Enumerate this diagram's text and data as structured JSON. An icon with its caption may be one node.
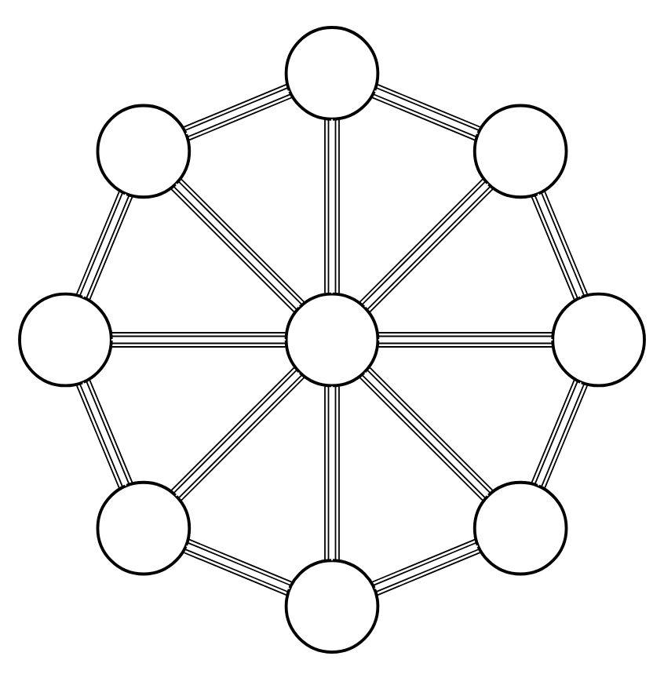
{
  "diagram": {
    "nodes": [
      {
        "text": [],
        "shape": "circle"
      },
      {
        "text": [],
        "shape": "circle"
      },
      {
        "text": [],
        "shape": "circle"
      },
      {
        "text": [],
        "shape": "circle"
      },
      {
        "text": [],
        "shape": "circle"
      },
      {
        "text": [],
        "shape": "circle"
      },
      {
        "text": [],
        "shape": "circle"
      },
      {
        "text": [],
        "shape": "circle"
      },
      {
        "text": [],
        "shape": "circle"
      }
    ],
    "edges": [
      {
        "from": 4,
        "to": 0,
        "arrow": "none"
      },
      {
        "from": 4,
        "to": 2,
        "arrow": "none"
      },
      {
        "from": 4,
        "to": 5,
        "arrow": "none"
      },
      {
        "from": 4,
        "to": 7,
        "arrow": "none"
      },
      {
        "from": 4,
        "to": 8,
        "arrow": "none"
      },
      {
        "from": 4,
        "to": 6,
        "arrow": "none"
      },
      {
        "from": 4,
        "to": 3,
        "arrow": "none"
      },
      {
        "from": 4,
        "to": 1,
        "arrow": "none"
      },
      {
        "from": 0,
        "to": 2,
        "arrow": "none"
      },
      {
        "from": 2,
        "to": 5,
        "arrow": "none"
      },
      {
        "from": 5,
        "to": 7,
        "arrow": "none"
      },
      {
        "from": 7,
        "to": 8,
        "arrow": "none"
      },
      {
        "from": 8,
        "to": 6,
        "arrow": "none"
      },
      {
        "from": 6,
        "to": 3,
        "arrow": "none"
      },
      {
        "from": 3,
        "to": 1,
        "arrow": "none"
      },
      {
        "from": 1,
        "to": 0,
        "arrow": "none"
      }
    ]
  }
}
